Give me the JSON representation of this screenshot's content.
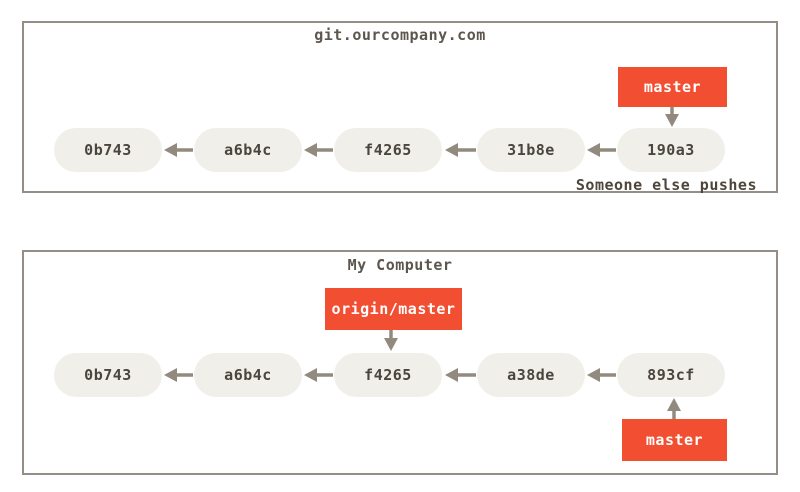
{
  "colors": {
    "page_bg": "#ffffff",
    "box_border": "#948e86",
    "title_text": "#5c564e",
    "commit_fill": "#f1efe9",
    "commit_text": "#4a453e",
    "arrow": "#928a7f",
    "branch_label_bg": "#f14e32",
    "branch_label_text": "#ffffff",
    "note_text": "#4e463b"
  },
  "repos": [
    {
      "title": "git.ourcompany.com",
      "commits": [
        "0b743",
        "a6b4c",
        "f4265",
        "31b8e",
        "190a3"
      ],
      "branch_labels": [
        {
          "label": "master",
          "attached_to": "190a3",
          "position": "above"
        }
      ],
      "note": "Someone else pushes"
    },
    {
      "title": "My Computer",
      "commits": [
        "0b743",
        "a6b4c",
        "f4265",
        "a38de",
        "893cf"
      ],
      "branch_labels": [
        {
          "label": "origin/master",
          "attached_to": "f4265",
          "position": "above"
        },
        {
          "label": "master",
          "attached_to": "893cf",
          "position": "below"
        }
      ]
    }
  ]
}
